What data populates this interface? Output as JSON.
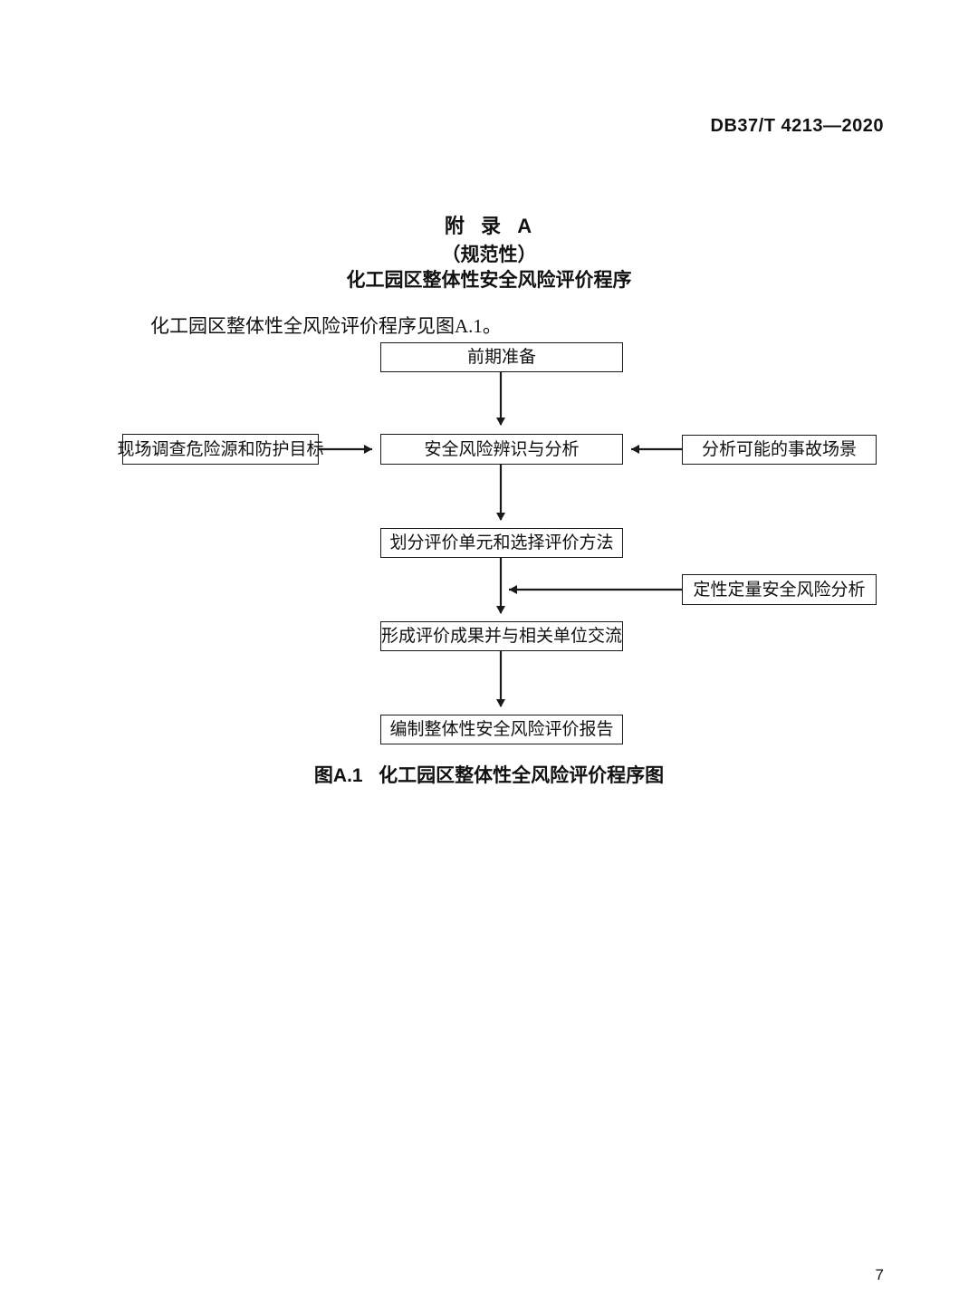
{
  "header": {
    "standard_id": "DB37/T 4213—2020"
  },
  "annex": {
    "title": "附  录  A",
    "subtitle": "（规范性）",
    "name": "化工园区整体性安全风险评价程序"
  },
  "body": {
    "paragraph": "化工园区整体性全风险评价程序见图A.1。"
  },
  "figure": {
    "caption": "图A.1   化工园区整体性全风险评价程序图",
    "nodes": [
      {
        "id": "prep",
        "label": "前期准备"
      },
      {
        "id": "site",
        "label": "现场调查危险源和防护目标"
      },
      {
        "id": "identify",
        "label": "安全风险辨识与分析"
      },
      {
        "id": "scenario",
        "label": "分析可能的事故场景"
      },
      {
        "id": "unit",
        "label": "划分评价单元和选择评价方法"
      },
      {
        "id": "quant",
        "label": "定性定量安全风险分析"
      },
      {
        "id": "results",
        "label": "形成评价成果并与相关单位交流"
      },
      {
        "id": "report",
        "label": "编制整体性安全风险评价报告"
      }
    ],
    "edges": [
      {
        "from": "prep",
        "to": "identify",
        "direction": "down"
      },
      {
        "from": "site",
        "to": "identify",
        "direction": "right"
      },
      {
        "from": "scenario",
        "to": "identify",
        "direction": "left"
      },
      {
        "from": "identify",
        "to": "unit",
        "direction": "down"
      },
      {
        "from": "unit",
        "to": "results",
        "direction": "down"
      },
      {
        "from": "quant",
        "to": "results",
        "direction": "left"
      },
      {
        "from": "results",
        "to": "report",
        "direction": "down"
      }
    ]
  },
  "footer": {
    "page_number": "7"
  },
  "colors": {
    "ink": "#111111",
    "paper": "#ffffff",
    "line": "#1a1a1a"
  }
}
